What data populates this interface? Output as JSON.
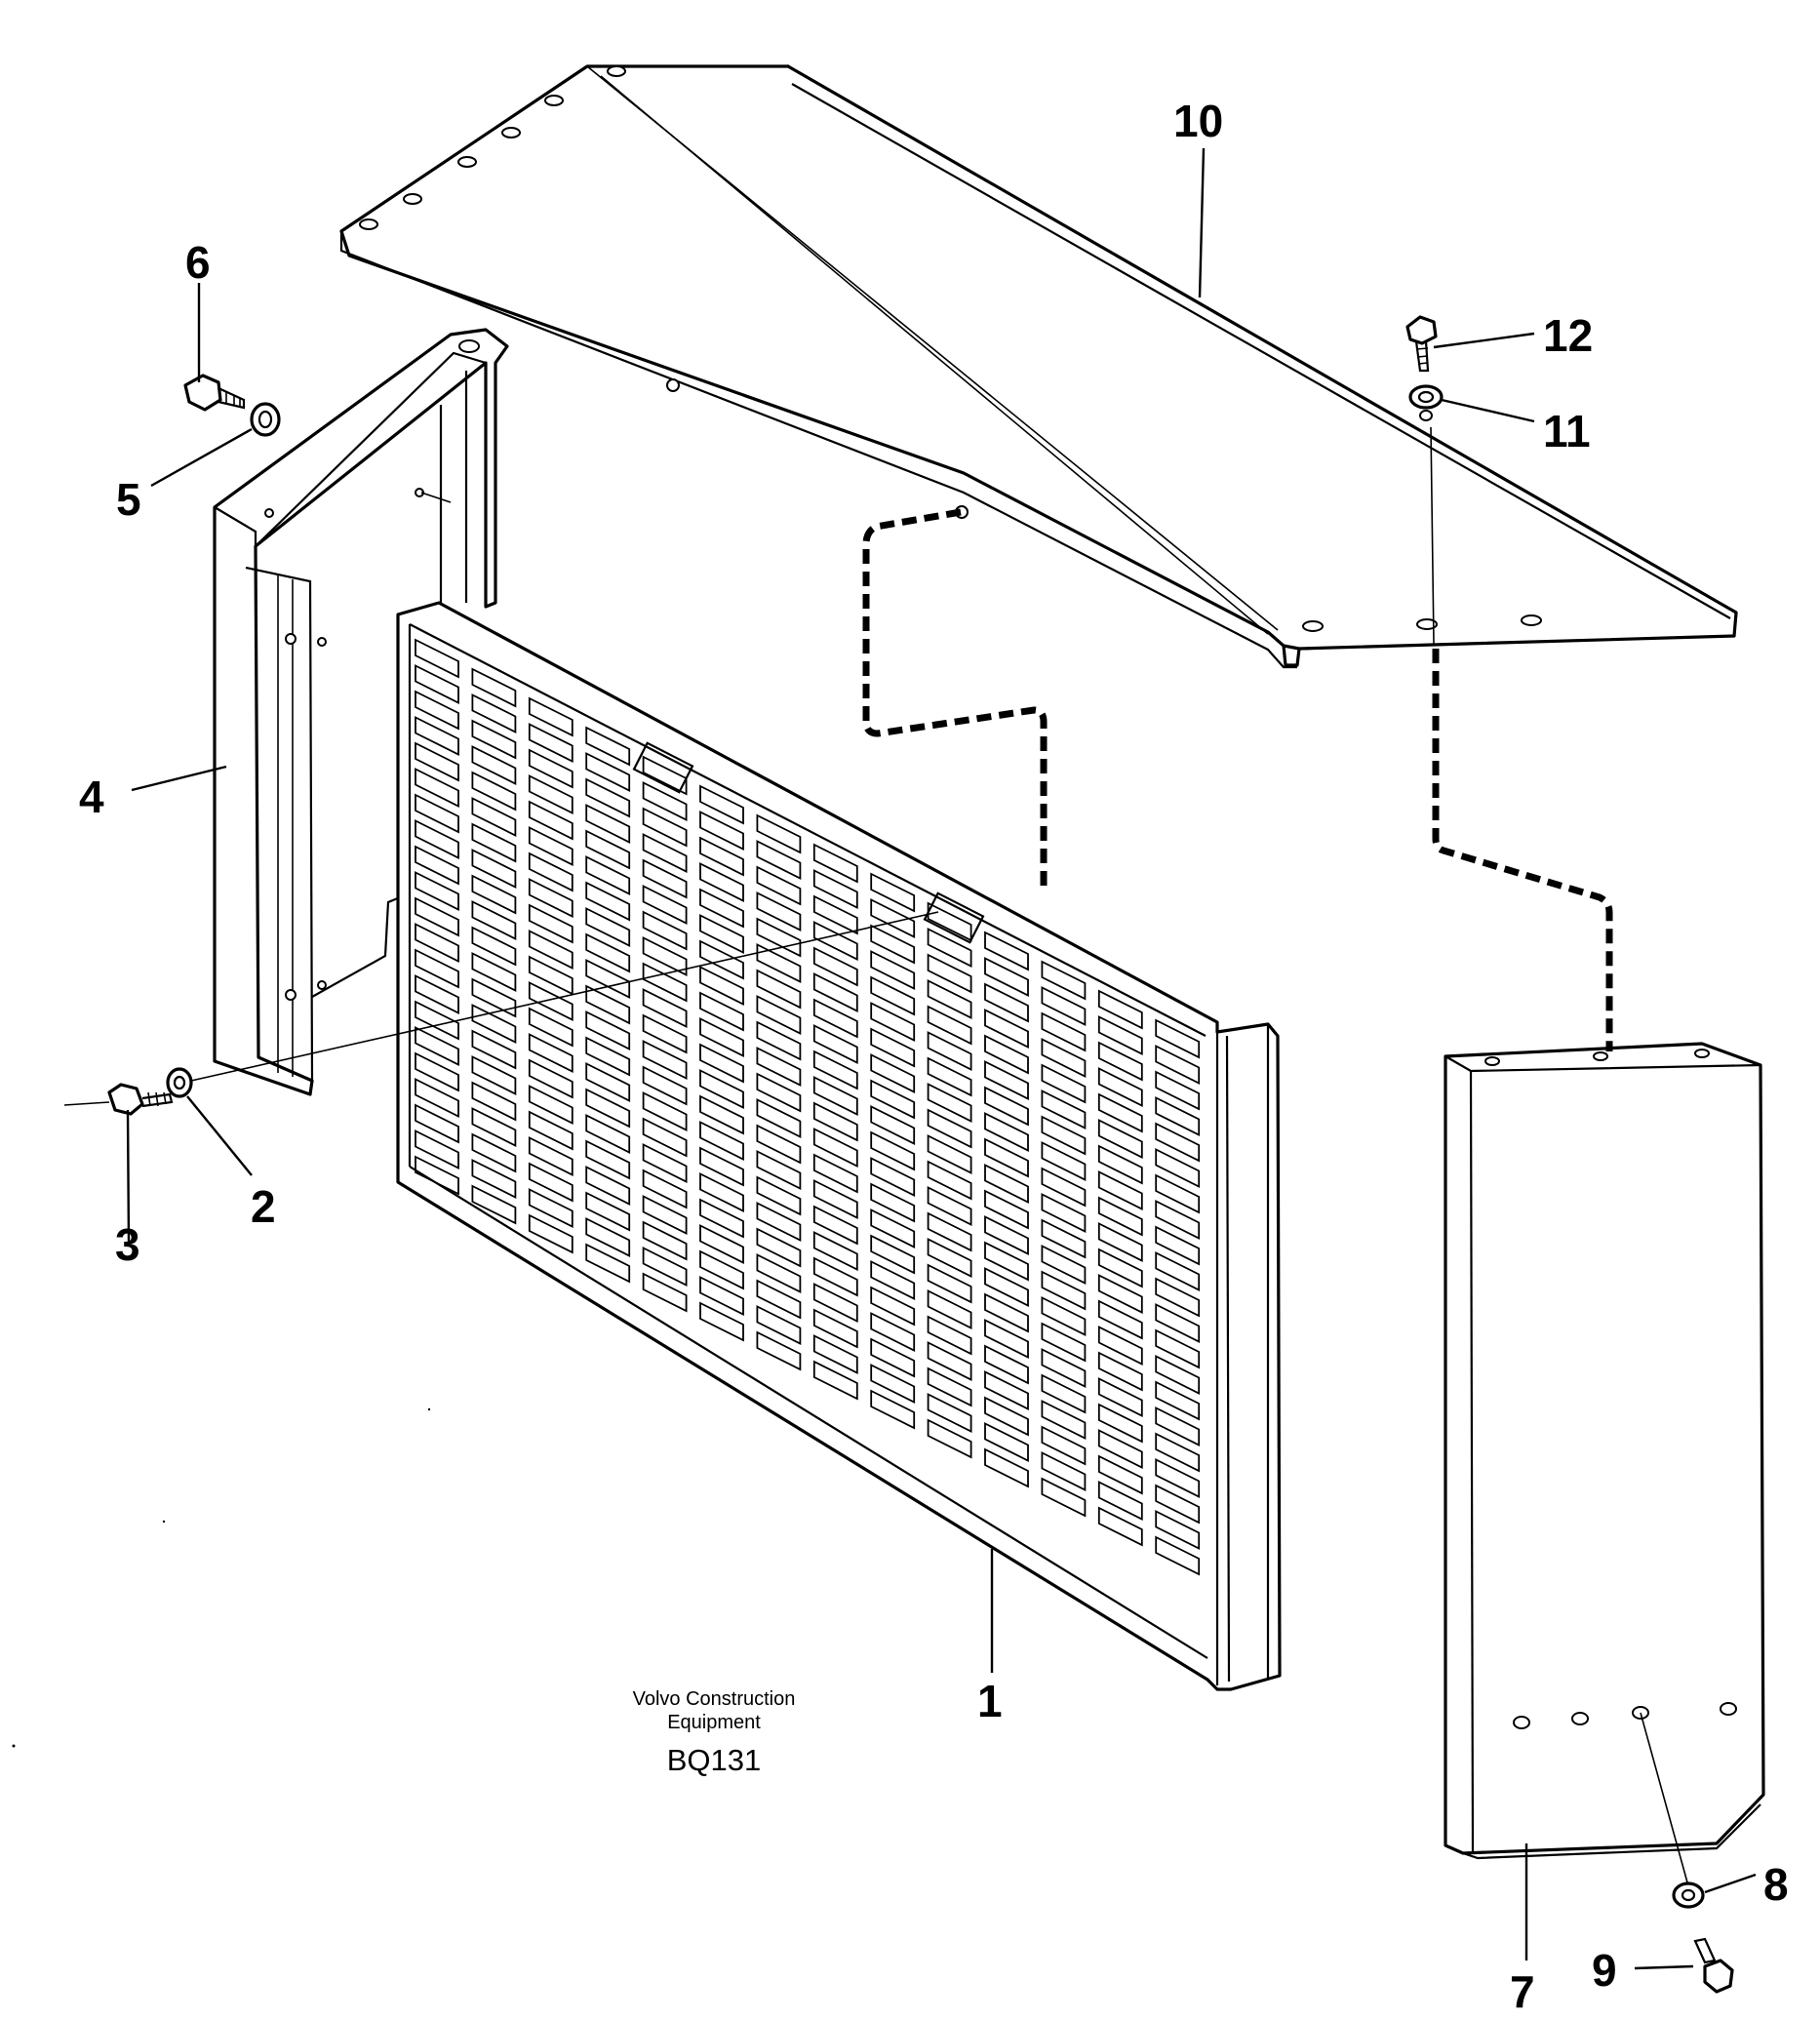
{
  "callouts": {
    "p1": "1",
    "p2": "2",
    "p3": "3",
    "p4": "4",
    "p5": "5",
    "p6": "6",
    "p7": "7",
    "p8": "8",
    "p9": "9",
    "p10": "10",
    "p11": "11",
    "p12": "12"
  },
  "caption": {
    "line1": "Volvo Construction",
    "line2": "Equipment",
    "code": "BQ131"
  }
}
